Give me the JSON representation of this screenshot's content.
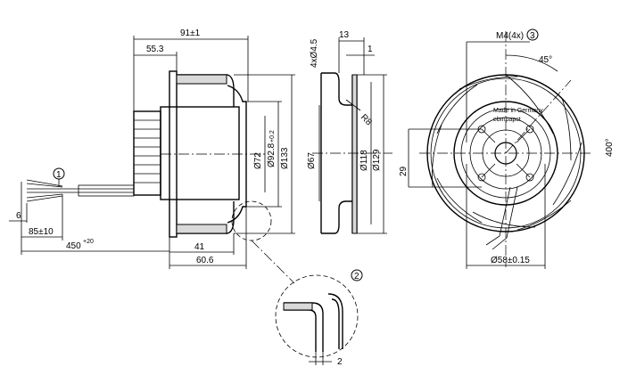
{
  "dimensions": {
    "overall_width": "91±1",
    "depth_55": "55.3",
    "d72": "Ø72",
    "d92": "Ø92.8",
    "d92_tol": "+0.2",
    "d133": "Ø133",
    "d41": "41",
    "d60": "60.6",
    "mount_holes": "4xØ4.5",
    "flange_13": "13",
    "flange_1": "1",
    "radius": "R8",
    "d67": "Ø67",
    "d118": "Ø118",
    "d129": "Ø129",
    "thread": "M4(4x)",
    "angle": "45°",
    "rpm_dir": "400°",
    "h29": "29",
    "d58": "Ø58±0.15",
    "cable_6": "6",
    "cable_85": "85±10",
    "cable_450": "450",
    "cable_450_tol": "+20",
    "detail_2": "2"
  },
  "markers": {
    "m1": "1",
    "m2": "2",
    "m3": "3"
  },
  "label_text": {
    "made_in": "Made in Germany",
    "brand": "ebmpapst"
  }
}
